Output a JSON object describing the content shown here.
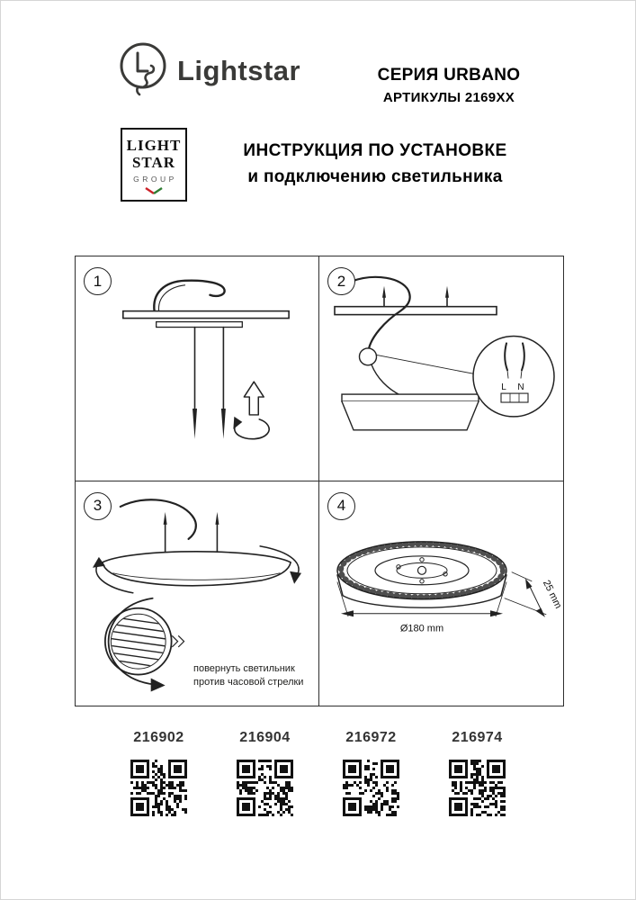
{
  "header": {
    "brand": "Lightstar",
    "series": "СЕРИЯ URBANO",
    "articles": "АРТИКУЛЫ 2169XX",
    "group_logo": {
      "line1": "LIGHT",
      "line2": "STAR",
      "line3": "GROUP"
    },
    "title_line1": "ИНСТРУКЦИЯ ПО УСТАНОВКЕ",
    "title_line2": "и подключению светильника"
  },
  "steps": {
    "step1": {
      "number": "1"
    },
    "step2": {
      "number": "2",
      "label_l": "L",
      "label_n": "N"
    },
    "step3": {
      "number": "3",
      "note_line1": "повернуть светильник",
      "note_line2": "против часовой стрелки"
    },
    "step4": {
      "number": "4",
      "dim_diameter": "Ø180 mm",
      "dim_height": "25 mm"
    }
  },
  "qr": {
    "items": [
      {
        "code": "216902"
      },
      {
        "code": "216904"
      },
      {
        "code": "216972"
      },
      {
        "code": "216974"
      }
    ]
  },
  "colors": {
    "ink": "#222222",
    "brand_gray": "#3a3a38",
    "accent_red": "#cc2229",
    "accent_green": "#2e7d32"
  }
}
